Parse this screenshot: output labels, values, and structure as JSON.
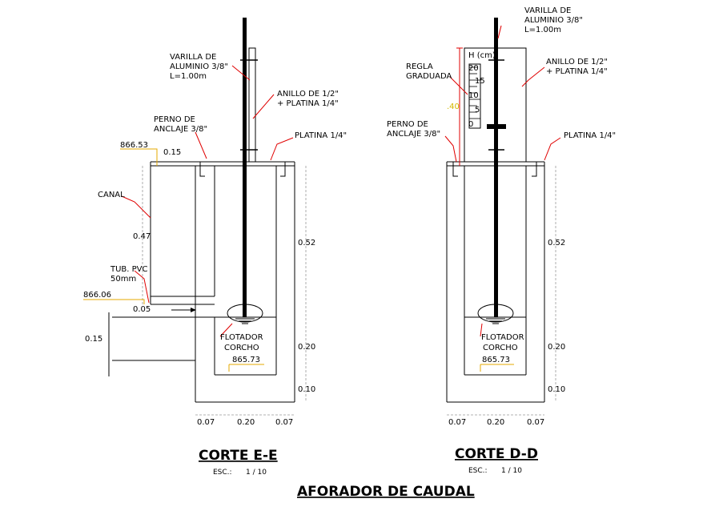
{
  "title": "AFORADOR DE CAUDAL",
  "section_e": {
    "title": "CORTE E-E",
    "scale_label": "ESC.:",
    "scale_value": "1 / 10",
    "varilla": [
      "VARILLA DE",
      "ALUMINIO 3/8\"",
      "L=1.00m"
    ],
    "anillo": [
      "ANILLO DE 1/2\"",
      "+ PLATINA 1/4\""
    ],
    "perno": [
      "PERNO DE",
      "ANCLAJE 3/8\""
    ],
    "platina": "PLATINA 1/4\"",
    "canal": "CANAL",
    "tub": [
      "TUB. PVC",
      "50mm"
    ],
    "flotador": [
      "FLOTADOR",
      "CORCHO"
    ],
    "elev_top": "866.53",
    "elev_pipe": "866.06",
    "elev_bottom": "865.73",
    "dim_015_top": "0.15",
    "dim_047": "0.47",
    "dim_005": "0.05",
    "dim_015_left": "0.15",
    "dim_052": "0.52",
    "dim_020_v": "0.20",
    "dim_010": "0.10",
    "dim_007_l": "0.07",
    "dim_020_h": "0.20",
    "dim_007_r": "0.07"
  },
  "section_d": {
    "title": "CORTE D-D",
    "scale_label": "ESC.:",
    "scale_value": "1 / 10",
    "varilla": [
      "VARILLA DE",
      "ALUMINIO 3/8\"",
      "L=1.00m"
    ],
    "anillo": [
      "ANILLO DE 1/2\"",
      "+ PLATINA 1/4\""
    ],
    "regla": [
      "REGLA",
      "GRADUADA"
    ],
    "perno": [
      "PERNO DE",
      "ANCLAJE 3/8\""
    ],
    "platina": "PLATINA 1/4\"",
    "h_label": "H (cm)",
    "gauge_ticks": [
      "20",
      "15",
      "10",
      "5",
      "0"
    ],
    "dim_40": ".40",
    "flotador": [
      "FLOTADOR",
      "CORCHO"
    ],
    "elev_bottom": "865.73",
    "dim_052": "0.52",
    "dim_020_v": "0.20",
    "dim_010": "0.10",
    "dim_007_l": "0.07",
    "dim_020_h": "0.20",
    "dim_007_r": "0.07"
  }
}
